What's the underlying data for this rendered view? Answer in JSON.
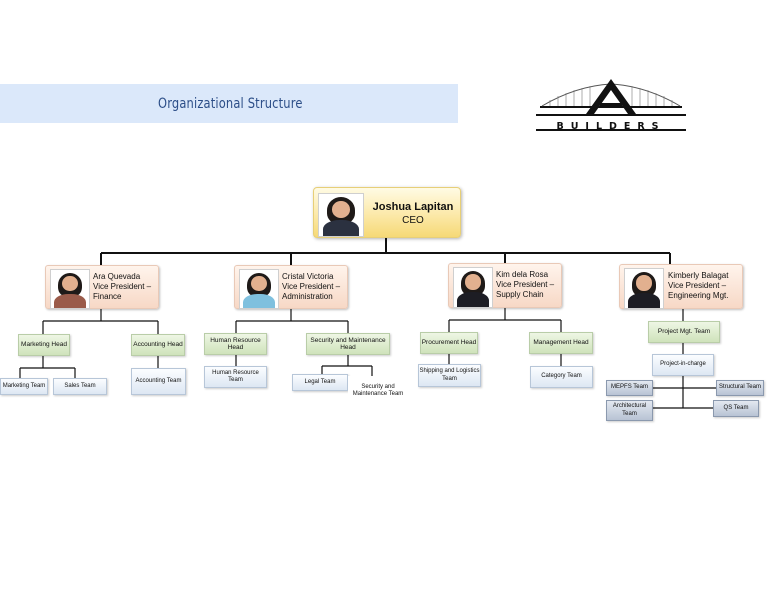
{
  "banner": {
    "title": "Organizational Structure"
  },
  "logo": {
    "word": "BUILDERS"
  },
  "ceo": {
    "name": "Joshua Lapitan",
    "title": "CEO"
  },
  "vps": [
    {
      "name": "Ara Quevada",
      "line2": "Vice President –",
      "line3": "Finance"
    },
    {
      "name": "Cristal Victoria",
      "line2": "Vice President –",
      "line3": "Administration"
    },
    {
      "name": "Kim dela Rosa",
      "line2": "Vice President –",
      "line3": "Supply Chain"
    },
    {
      "name": "Kimberly Balagat",
      "line2": "Vice President –",
      "line3": "Engineering Mgt."
    }
  ],
  "finance": {
    "marketing_head": "Marketing Head",
    "accounting_head": "Accounting Head",
    "marketing_team": "Marketing Team",
    "sales_team": "Sales Team",
    "accounting_team": "Accounting Team"
  },
  "admin": {
    "hr_head": "Human Resource Head",
    "security_head": "Security and Maintenance Head",
    "hr_team": "Human Resource Team",
    "legal_team": "Legal Team",
    "security_team": "Security and Maintenance Team"
  },
  "supply": {
    "procurement_head": "Procurement Head",
    "management_head": "Management Head",
    "shipping_team": "Shipping and Logistics Team",
    "category_team": "Category Team"
  },
  "engineering": {
    "project_team": "Project Mgt. Team",
    "project_in_charge": "Project-in-charge",
    "mepfs_team": "MEPFS Team",
    "structural_team": "Structural Team",
    "architectural_team": "Architectural Team",
    "qs_team": "QS Team"
  },
  "colors": {
    "banner_bg": "#dbe8fa",
    "banner_text": "#2c4e88",
    "ceo_box": "#fbe7a3",
    "vp_box": "#f7d8c6",
    "head_box": "#cfe3bb",
    "team_box": "#dde7f3"
  }
}
